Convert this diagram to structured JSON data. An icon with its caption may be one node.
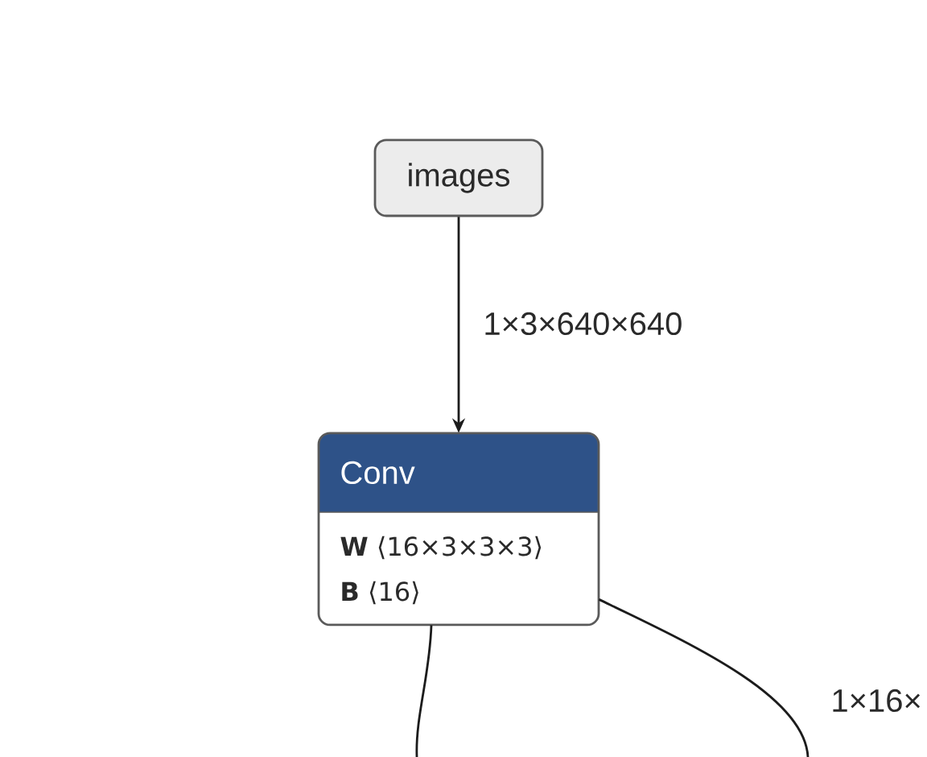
{
  "diagram": {
    "nodes": [
      {
        "text": [
          "images"
        ]
      },
      {
        "text": [
          "Conv",
          "**W** ⟨16×3×3×3⟩",
          "**B** ⟨16⟩"
        ]
      }
    ],
    "edges": [
      {
        "from": 0,
        "to": 1,
        "arrow": "to",
        "label": "1×3×640×640"
      },
      {
        "from": 1,
        "to": null,
        "arrow": "none"
      },
      {
        "from": 1,
        "to": null,
        "arrow": "none",
        "label": "1×16×"
      }
    ]
  }
}
